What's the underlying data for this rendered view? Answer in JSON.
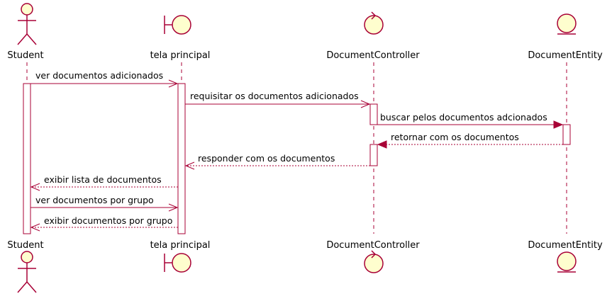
{
  "colors": {
    "border": "#A80036",
    "fill": "#FEFECE",
    "text": "#000000"
  },
  "participants": [
    {
      "name": "Student",
      "kind": "actor"
    },
    {
      "name": "tela principal",
      "kind": "boundary"
    },
    {
      "name": "DocumentController",
      "kind": "control"
    },
    {
      "name": "DocumentEntity",
      "kind": "entity"
    }
  ],
  "messages": [
    {
      "text": "ver documentos adicionados",
      "from": 0,
      "to": 1,
      "style": "solid",
      "head": "open"
    },
    {
      "text": "requisitar os documentos adicionados",
      "from": 1,
      "to": 2,
      "style": "solid",
      "head": "open"
    },
    {
      "text": "buscar pelos documentos adcionados",
      "from": 2,
      "to": 3,
      "style": "solid",
      "head": "filled"
    },
    {
      "text": "retornar com os documentos",
      "from": 3,
      "to": 2,
      "style": "dashed",
      "head": "filled"
    },
    {
      "text": "responder com os documentos",
      "from": 2,
      "to": 1,
      "style": "dashed",
      "head": "open"
    },
    {
      "text": "exibir lista de documentos",
      "from": 1,
      "to": 0,
      "style": "dashed",
      "head": "open"
    },
    {
      "text": "ver documentos por grupo",
      "from": 0,
      "to": 1,
      "style": "solid",
      "head": "open"
    },
    {
      "text": "exibir documentos por grupo",
      "from": 1,
      "to": 0,
      "style": "dashed",
      "head": "open"
    }
  ]
}
